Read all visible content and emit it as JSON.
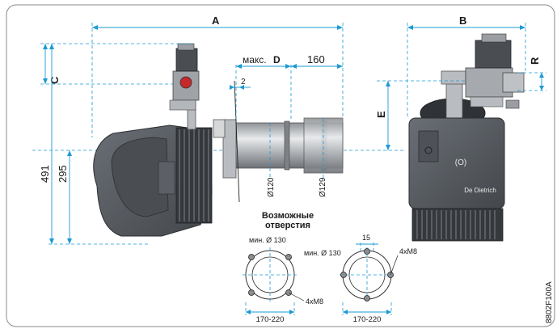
{
  "dimensions": {
    "a": "A",
    "b": "B",
    "c": "C",
    "e": "E",
    "r": "R",
    "max_prefix": "макс.",
    "max_d": "D",
    "tube_ext": "160",
    "gap": "2",
    "h_total": "491",
    "h_axis": "295",
    "tube_d1": "Ø120",
    "tube_d2": "Ø129"
  },
  "openings": {
    "title_line1": "Возможные",
    "title_line2": "отверстия",
    "left": {
      "min_label": "мин. Ø 130",
      "bolts": "4xM8",
      "span": "170-220"
    },
    "right": {
      "min_label": "мин. Ø 130",
      "offset": "15",
      "bolts": "4xM8",
      "span": "170-220"
    }
  },
  "brand": {
    "name": "De Dietrich",
    "panel_mark": "(O)"
  },
  "figure_code": "8802F100A",
  "colors": {
    "dimension": "#1b9ad6",
    "body": "#555a60",
    "tube": "#a9adb2"
  }
}
